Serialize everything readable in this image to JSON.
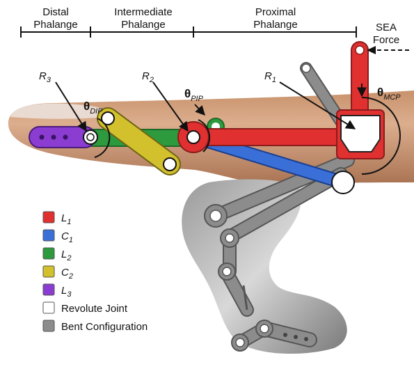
{
  "segments": {
    "distal": [
      "Distal",
      "Phalange"
    ],
    "intermediate": [
      "Intermediate",
      "Phalange"
    ],
    "proximal": [
      "Proximal",
      "Phalange"
    ],
    "sea": [
      "SEA",
      "Force"
    ]
  },
  "radii": [
    {
      "base": "R",
      "sub": "3"
    },
    {
      "base": "R",
      "sub": "2"
    },
    {
      "base": "R",
      "sub": "1"
    }
  ],
  "angles": [
    {
      "sym": "θ",
      "sub": "DIP"
    },
    {
      "sym": "θ",
      "sub": "PIP"
    },
    {
      "sym": "θ",
      "sub": "MCP"
    }
  ],
  "legend": [
    {
      "base": "L",
      "sub": "1",
      "color": "#e03030"
    },
    {
      "base": "C",
      "sub": "1",
      "color": "#3a6fd8"
    },
    {
      "base": "L",
      "sub": "2",
      "color": "#2e9a3e"
    },
    {
      "base": "C",
      "sub": "2",
      "color": "#d2c02c"
    },
    {
      "base": "L",
      "sub": "3",
      "color": "#8a3dd0"
    },
    {
      "base": "Revolute Joint",
      "sub": "",
      "color": "#ffffff"
    },
    {
      "base": "Bent Configuration",
      "sub": "",
      "color": "#8c8c8c"
    }
  ],
  "colors": {
    "L1": "#e03030",
    "C1": "#3a6fd8",
    "L2": "#2e9a3e",
    "C2": "#d2c02c",
    "L3": "#8a3dd0",
    "bent": "#8c8c8c",
    "skin": "#d6a584",
    "nail": "#eadbd2"
  }
}
